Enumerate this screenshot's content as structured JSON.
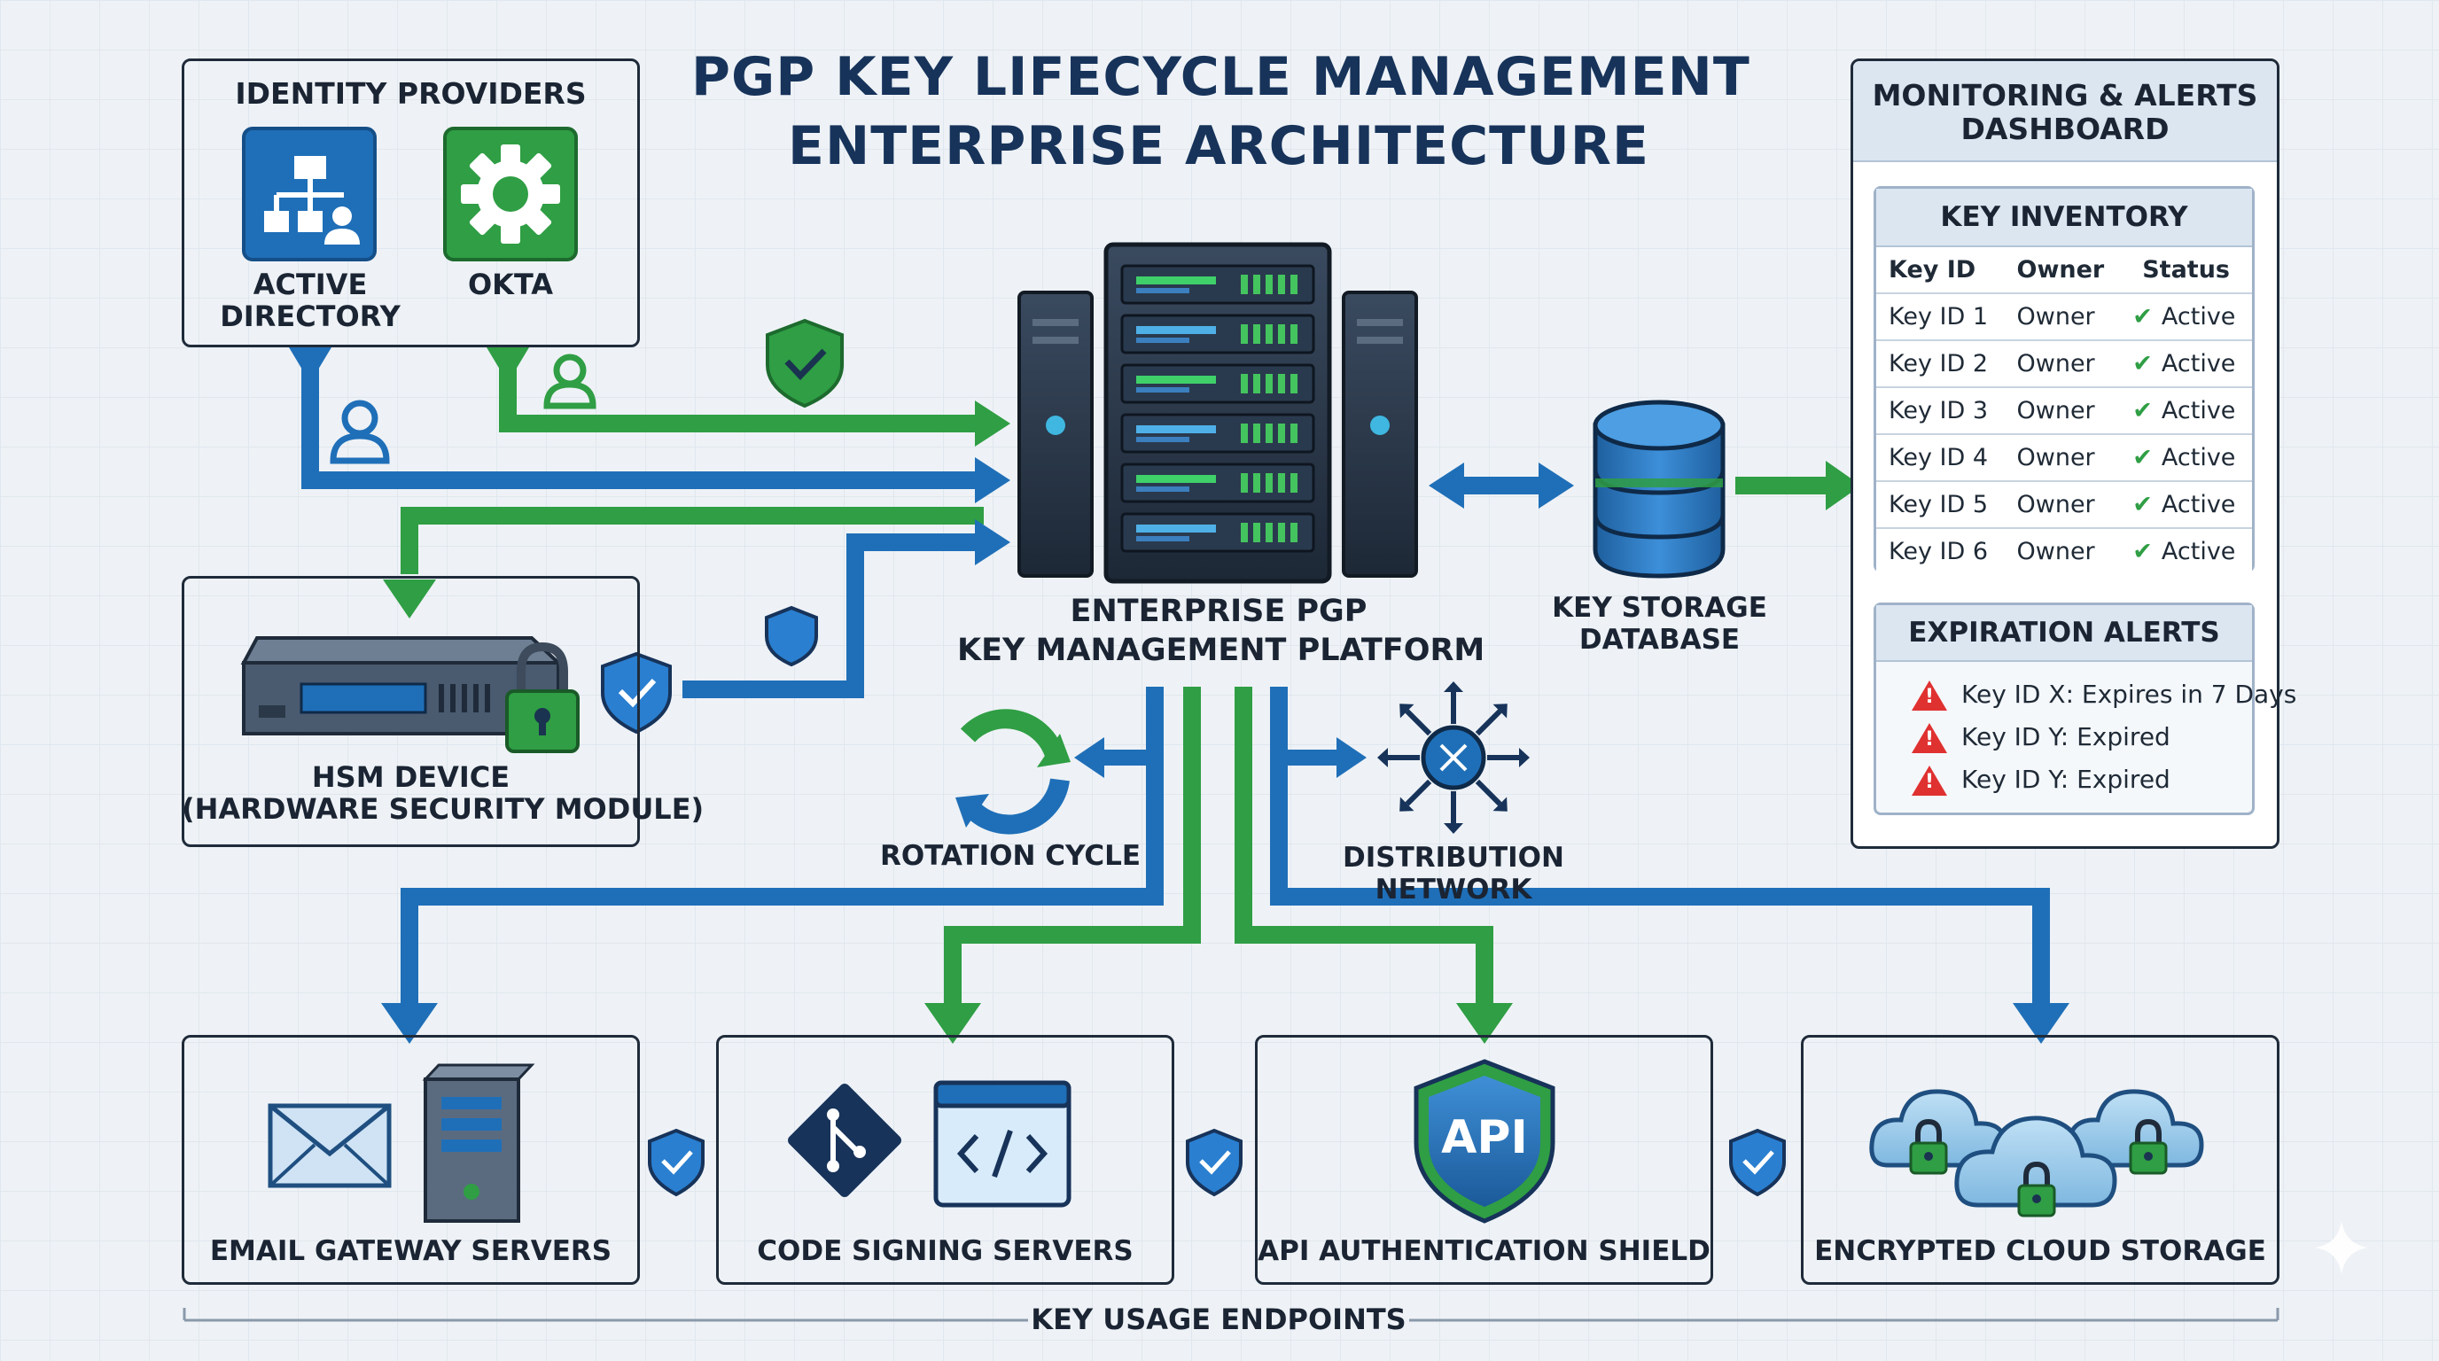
{
  "title": {
    "line1": "PGP KEY LIFECYCLE MANAGEMENT",
    "line2": "ENTERPRISE ARCHITECTURE"
  },
  "identity_providers": {
    "heading": "IDENTITY PROVIDERS",
    "active_directory": {
      "line1": "ACTIVE",
      "line2": "DIRECTORY",
      "icon": "org-chart-icon"
    },
    "okta": {
      "label": "OKTA",
      "icon": "gear-icon"
    }
  },
  "hsm": {
    "line1": "HSM DEVICE",
    "line2": "(HARDWARE SECURITY MODULE)"
  },
  "platform": {
    "line1": "ENTERPRISE PGP",
    "line2": "KEY MANAGEMENT PLATFORM"
  },
  "storage": {
    "line1": "KEY STORAGE",
    "line2": "DATABASE"
  },
  "rotation": {
    "label": "ROTATION CYCLE"
  },
  "distribution": {
    "line1": "DISTRIBUTION",
    "line2": "NETWORK"
  },
  "dashboard": {
    "title_line1": "MONITORING & ALERTS",
    "title_line2": "DASHBOARD",
    "inventory": {
      "heading": "KEY INVENTORY",
      "columns": [
        "Key ID",
        "Owner",
        "Status"
      ],
      "rows": [
        [
          "Key ID 1",
          "Owner",
          "Active"
        ],
        [
          "Key ID 2",
          "Owner",
          "Active"
        ],
        [
          "Key ID 3",
          "Owner",
          "Active"
        ],
        [
          "Key ID 4",
          "Owner",
          "Active"
        ],
        [
          "Key ID 5",
          "Owner",
          "Active"
        ],
        [
          "Key ID 6",
          "Owner",
          "Active"
        ]
      ]
    },
    "alerts": {
      "heading": "EXPIRATION ALERTS",
      "items": [
        "Key ID X: Expires in 7 Days",
        "Key ID Y: Expired",
        "Key ID Y: Expired"
      ]
    }
  },
  "endpoints": {
    "section_label": "KEY USAGE ENDPOINTS",
    "email": {
      "label": "EMAIL GATEWAY SERVERS"
    },
    "code": {
      "label": "CODE SIGNING SERVERS"
    },
    "api": {
      "label": "API AUTHENTICATION SHIELD",
      "badge": "API"
    },
    "cloud": {
      "label": "ENCRYPTED CLOUD STORAGE"
    }
  },
  "colors": {
    "green": "#2f9e44",
    "blue": "#1f6fb8",
    "navy": "#17335a",
    "alert_red": "#e03131"
  }
}
